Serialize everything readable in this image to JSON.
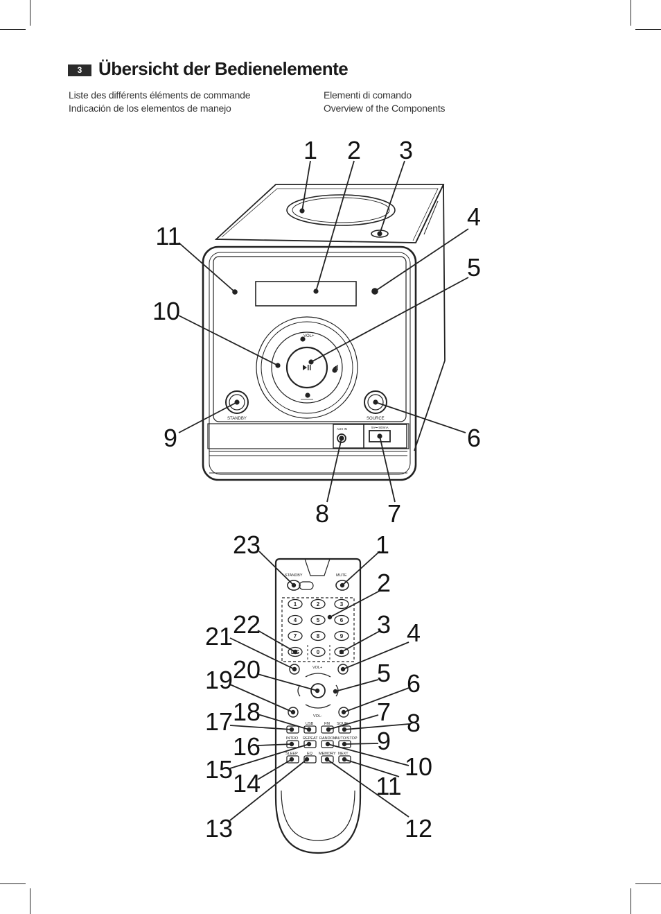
{
  "header": {
    "section_number": "3",
    "title": "Übersicht der Bedienelemente",
    "subtitles": [
      "Liste des différents éléments de commande",
      "Indicación de los elementos de manejo",
      "Elementi di comando",
      "Overview of the Components"
    ]
  },
  "device": {
    "labels": {
      "vol_plus": "VOL+",
      "standby": "STANDBY",
      "source": "SOURCE",
      "aux_in": "AUX IN",
      "usb_rating": "5V⎓ 500mA"
    },
    "callouts": [
      "1",
      "2",
      "3",
      "4",
      "5",
      "6",
      "7",
      "8",
      "9",
      "10",
      "11"
    ]
  },
  "remote": {
    "labels": {
      "standby": "STANDBY",
      "mute": "MUTE",
      "vol_plus": "VOL+",
      "vol_minus": "VOL-",
      "usb": "USB",
      "fm": "FM",
      "source": "SOUR",
      "intro": "INTRO",
      "repeat": "REPEAT",
      "random": "RANDOM",
      "auto_stop": "AUTO/STOP",
      "sleep": "SLEEP",
      "eq": "EQ",
      "memory": "MEMORY",
      "next": "NEXT"
    },
    "keypad": [
      "1",
      "2",
      "3",
      "4",
      "5",
      "6",
      "7",
      "8",
      "9",
      "DG",
      "0",
      "1."
    ],
    "callouts": [
      "1",
      "2",
      "3",
      "4",
      "5",
      "6",
      "7",
      "8",
      "9",
      "10",
      "11",
      "12",
      "13",
      "14",
      "15",
      "16",
      "17",
      "18",
      "19",
      "20",
      "21",
      "22",
      "23"
    ]
  }
}
